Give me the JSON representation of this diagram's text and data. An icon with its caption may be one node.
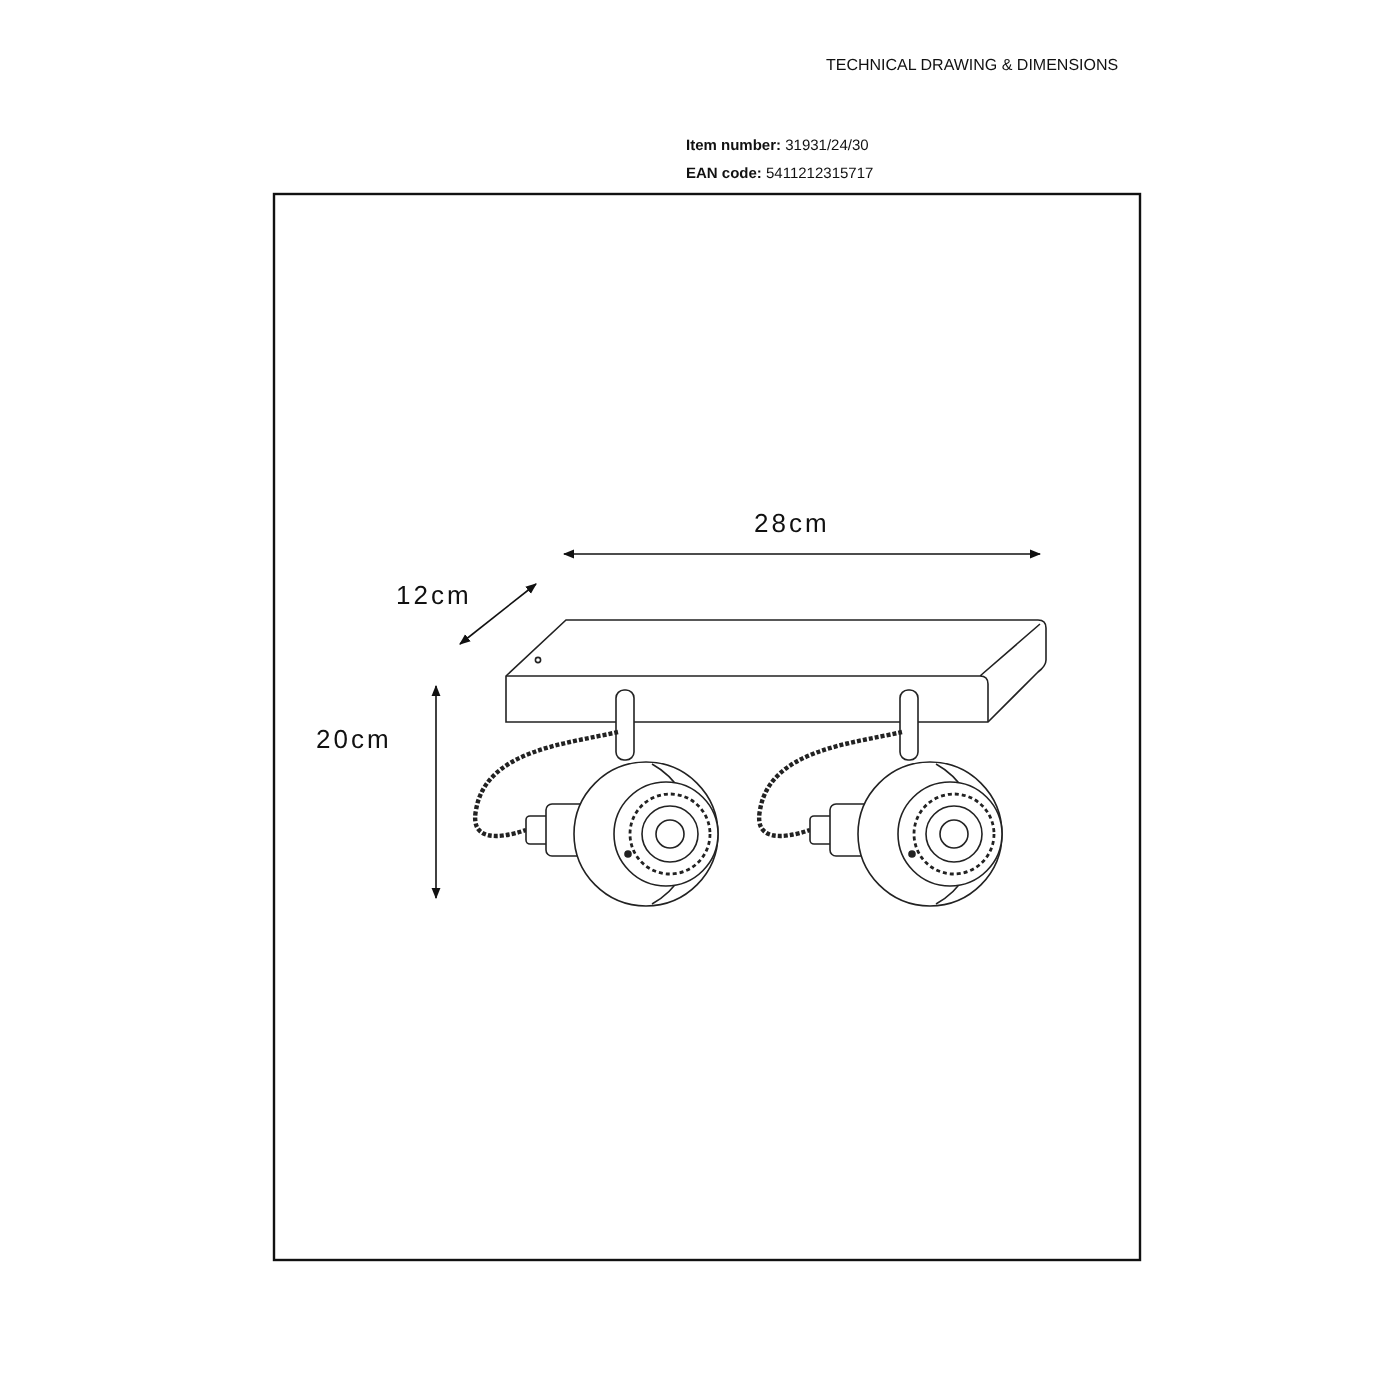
{
  "diagram": {
    "title": "TECHNICAL DRAWING & DIMENSIONS",
    "labels": [
      "**Item number:** 31931/24/30",
      "**EAN code:** 5411212315717",
      "28cm",
      "12cm",
      "20cm"
    ]
  }
}
